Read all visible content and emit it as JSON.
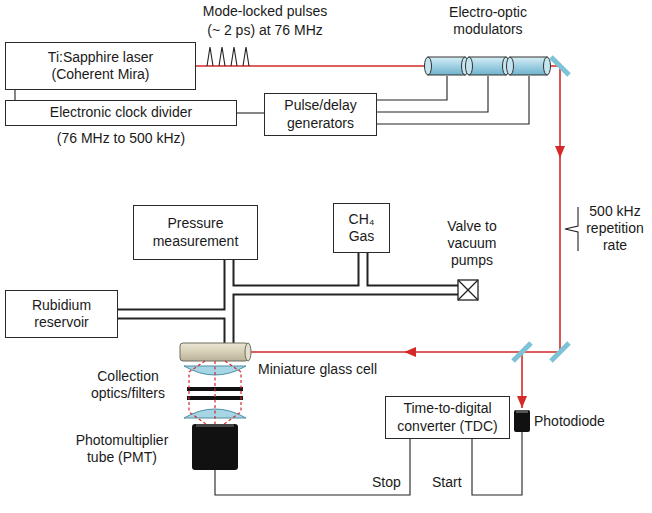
{
  "diagram": {
    "nodes": [
      {
        "text": [
          "Ti:Sapphire laser (Coherent Mira)"
        ]
      },
      {
        "text": [
          "Electronic clock divider"
        ]
      },
      {
        "text": [
          "Pulse/delay generators"
        ]
      },
      {
        "text": [
          "Pressure measurement"
        ]
      },
      {
        "text": [
          "CH₄ Gas"
        ]
      },
      {
        "text": [
          "Rubidium reservoir"
        ]
      },
      {
        "text": [
          "Time-to-digital converter (TDC)"
        ]
      }
    ],
    "edges": [
      {
        "from": 0,
        "to": 1,
        "arrow": "none"
      },
      {
        "from": 1,
        "to": 2,
        "arrow": "none"
      }
    ],
    "labels": [
      "Mode-locked pulses",
      "(~ 2 ps) at 76 MHz",
      "Electro-optic modulators",
      "(76 MHz to 500 kHz)",
      "500 kHz repetition rate",
      "Valve to vacuum pumps",
      "Miniature glass cell",
      "Collection optics/filters",
      "Photomultiplier tube (PMT)",
      "Photodiode",
      "Stop",
      "Start"
    ]
  }
}
